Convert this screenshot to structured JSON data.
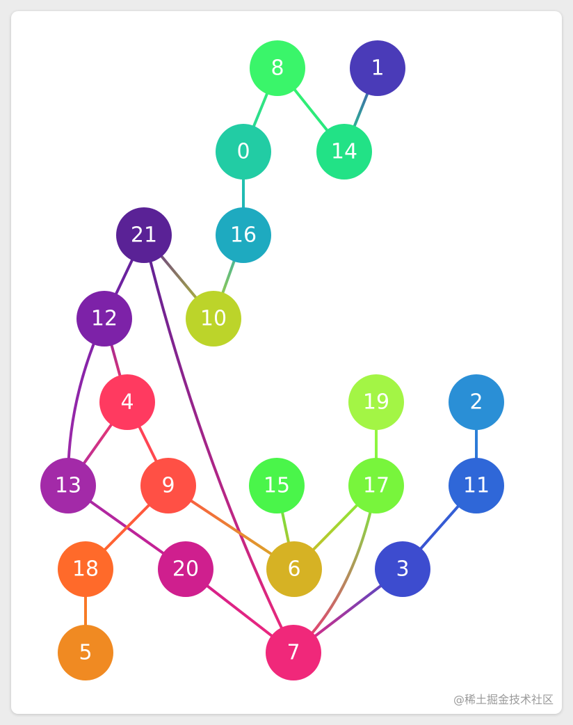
{
  "watermark": "@稀土掘金技术社区",
  "graph": {
    "nodes": [
      {
        "id": "0",
        "color": "#22cca4"
      },
      {
        "id": "1",
        "color": "#4a3bb8"
      },
      {
        "id": "2",
        "color": "#2a8fd6"
      },
      {
        "id": "3",
        "color": "#3d4ccf"
      },
      {
        "id": "4",
        "color": "#ff3a60"
      },
      {
        "id": "5",
        "color": "#f08a22"
      },
      {
        "id": "6",
        "color": "#d6b224"
      },
      {
        "id": "7",
        "color": "#f0287a"
      },
      {
        "id": "8",
        "color": "#3af56a"
      },
      {
        "id": "9",
        "color": "#ff5045"
      },
      {
        "id": "10",
        "color": "#bcd42a"
      },
      {
        "id": "11",
        "color": "#2f67d8"
      },
      {
        "id": "12",
        "color": "#7d22a8"
      },
      {
        "id": "13",
        "color": "#a32aa8"
      },
      {
        "id": "14",
        "color": "#22e286"
      },
      {
        "id": "15",
        "color": "#4af54a"
      },
      {
        "id": "16",
        "color": "#1eaac0"
      },
      {
        "id": "17",
        "color": "#78f53c"
      },
      {
        "id": "18",
        "color": "#ff6a2a"
      },
      {
        "id": "19",
        "color": "#a3f545"
      },
      {
        "id": "20",
        "color": "#cf1f8e"
      },
      {
        "id": "21",
        "color": "#5a2296"
      }
    ],
    "edges": [
      [
        "8",
        "0"
      ],
      [
        "8",
        "14"
      ],
      [
        "1",
        "14"
      ],
      [
        "0",
        "16"
      ],
      [
        "16",
        "10"
      ],
      [
        "21",
        "10"
      ],
      [
        "21",
        "12"
      ],
      [
        "21",
        "7"
      ],
      [
        "12",
        "4"
      ],
      [
        "12",
        "13"
      ],
      [
        "4",
        "13"
      ],
      [
        "4",
        "9"
      ],
      [
        "13",
        "20"
      ],
      [
        "9",
        "18"
      ],
      [
        "9",
        "6"
      ],
      [
        "18",
        "5"
      ],
      [
        "20",
        "7"
      ],
      [
        "15",
        "6"
      ],
      [
        "19",
        "17"
      ],
      [
        "17",
        "6"
      ],
      [
        "17",
        "7"
      ],
      [
        "2",
        "11"
      ],
      [
        "11",
        "3"
      ],
      [
        "3",
        "7"
      ]
    ]
  }
}
